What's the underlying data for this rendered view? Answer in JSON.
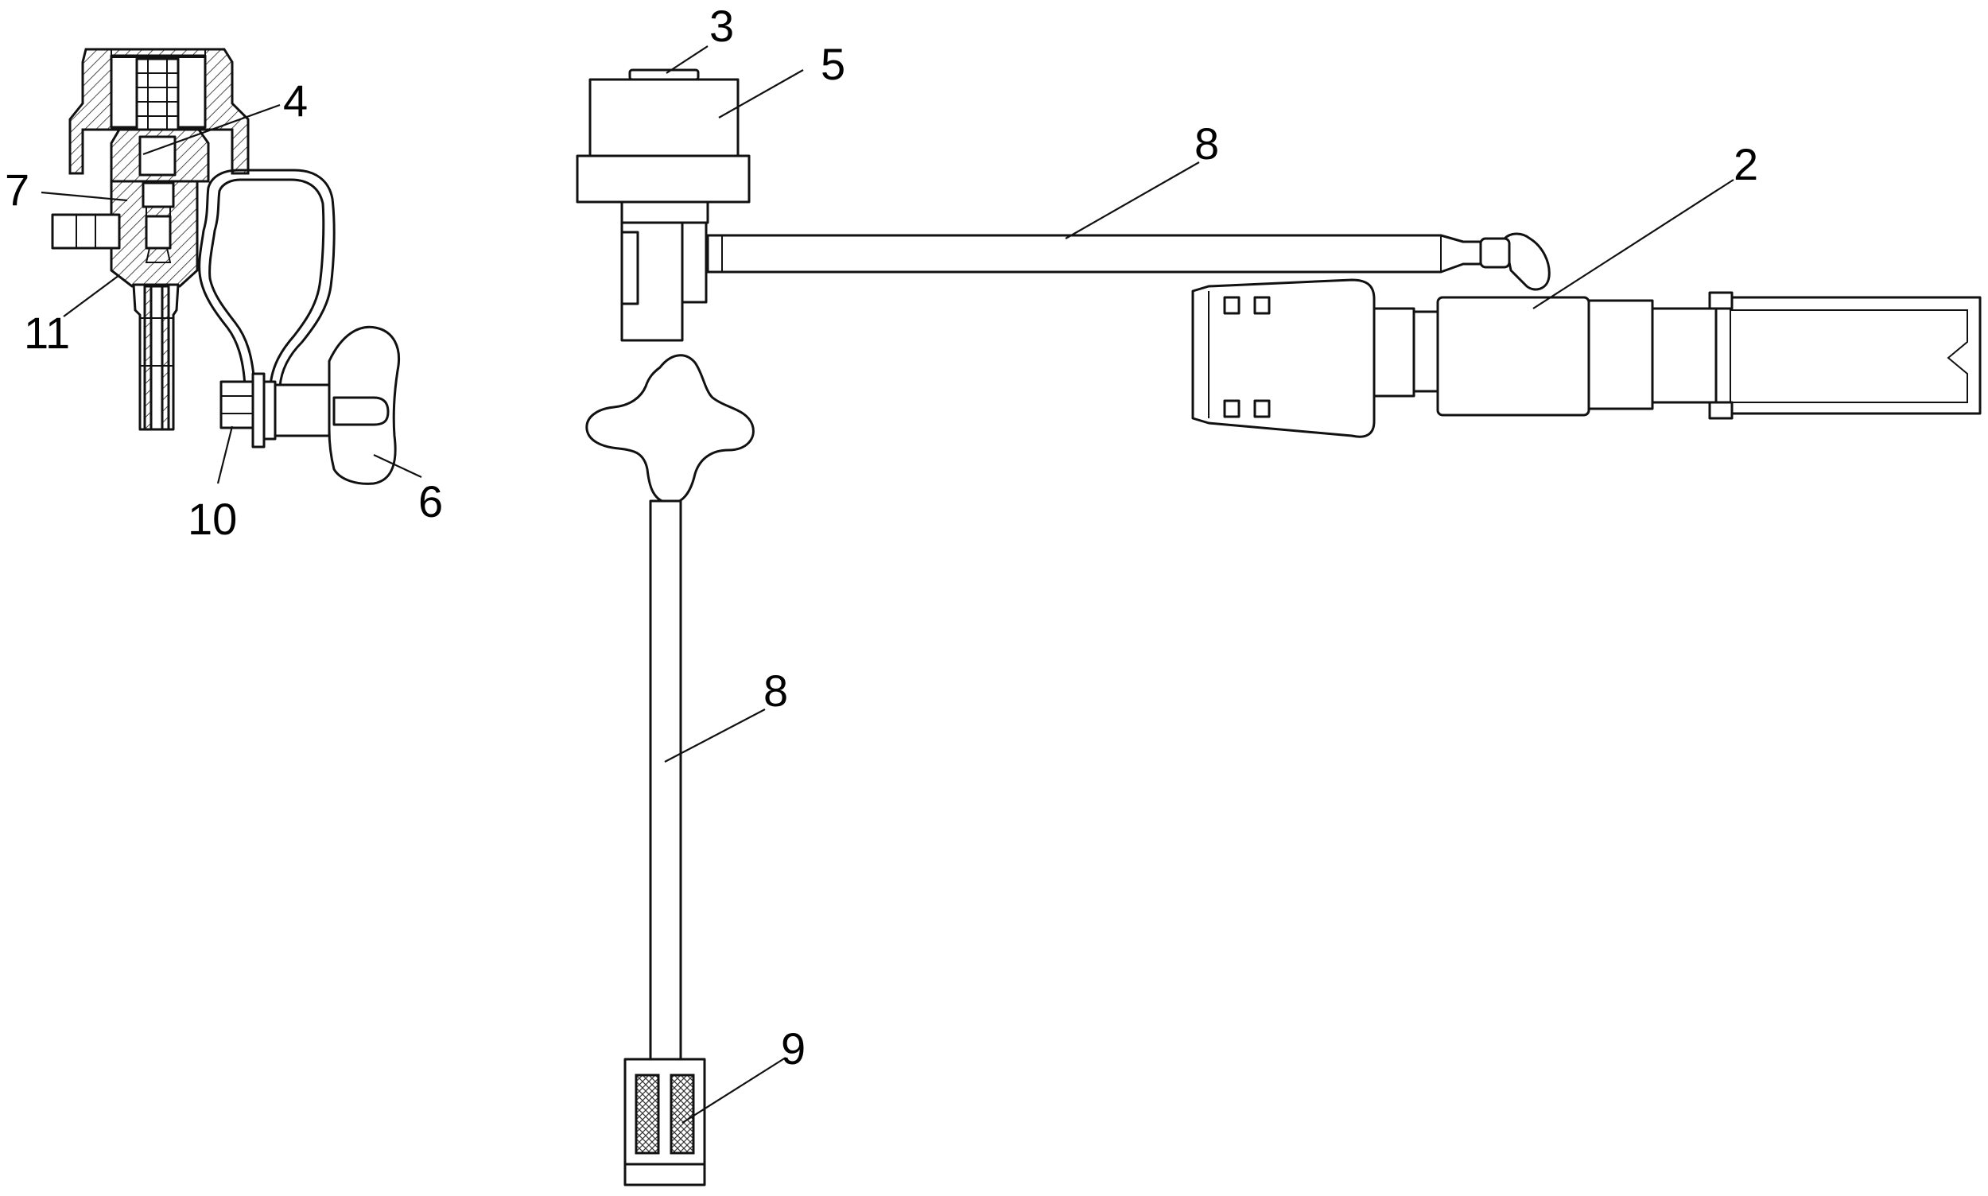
{
  "labels": [
    {
      "key": "l3",
      "text": "3"
    },
    {
      "key": "l5",
      "text": "5"
    },
    {
      "key": "l8a",
      "text": "8"
    },
    {
      "key": "l2",
      "text": "2"
    },
    {
      "key": "l8b",
      "text": "8"
    },
    {
      "key": "l9",
      "text": "9"
    },
    {
      "key": "l4",
      "text": "4"
    },
    {
      "key": "l7",
      "text": "7"
    },
    {
      "key": "l11",
      "text": "11"
    },
    {
      "key": "l10",
      "text": "10"
    },
    {
      "key": "l6",
      "text": "6"
    }
  ]
}
